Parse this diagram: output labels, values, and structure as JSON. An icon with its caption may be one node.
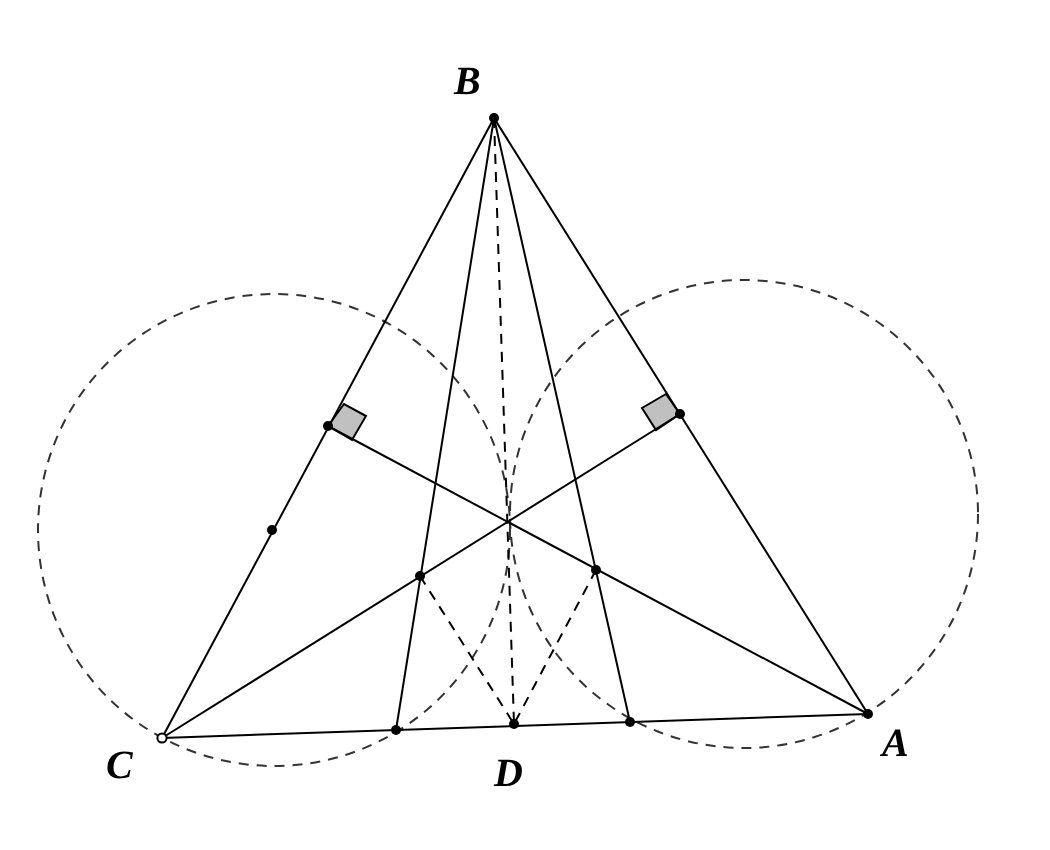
{
  "diagram": {
    "labels": [
      "B",
      "C",
      "D",
      "A"
    ]
  }
}
